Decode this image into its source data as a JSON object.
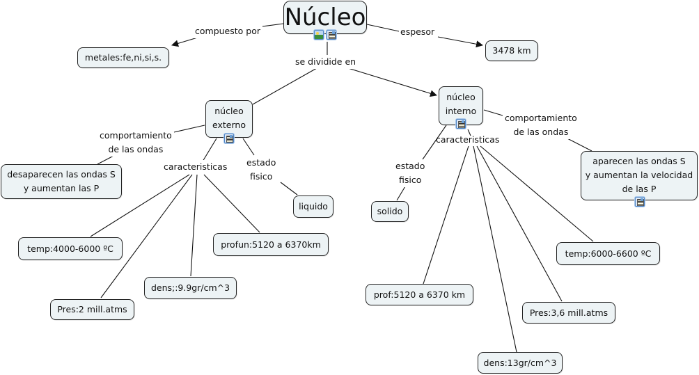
{
  "diagram": {
    "type": "concept-map",
    "root": {
      "label": "Núcleo",
      "resources": [
        "image-resource-icon",
        "document-resource-icon"
      ]
    },
    "nodes": {
      "metales": "metales:fe,ni,si,s.",
      "espesor_value": "3478 km",
      "externo": [
        "núcleo",
        "externo"
      ],
      "interno": [
        "núcleo",
        "interno"
      ],
      "ext_ondas": [
        "desaparecen las ondas S",
        "y aumentan las P"
      ],
      "ext_liquido": "liquido",
      "ext_temp": "temp:4000-6000 ºC",
      "ext_pres": "Pres:2 mill.atms",
      "ext_dens": "dens;:9.9gr/cm^3",
      "ext_prof": "profun:5120 a 6370km",
      "int_ondas": [
        "aparecen las ondas S",
        "y aumentan la velocidad",
        "de las P"
      ],
      "int_solido": "solido",
      "int_prof": "prof:5120 a 6370 km",
      "int_dens": "dens:13gr/cm^3",
      "int_pres": "Pres:3,6 mill.atms",
      "int_temp": "temp:6000-6600 ºC"
    },
    "links": {
      "compuesto_por": "compuesto por",
      "espesor": "espesor",
      "se_divide_en": "se dividide en",
      "ext_comportamiento": [
        "comportamiento",
        "de las ondas"
      ],
      "ext_caracteristicas": "caracteristicas",
      "ext_estado": [
        "estado",
        "fisico"
      ],
      "int_comportamiento": [
        "comportamiento",
        "de las ondas"
      ],
      "int_caracteristicas": "caracteristicas",
      "int_estado": [
        "estado",
        "fisico"
      ]
    },
    "colors": {
      "node_fill": "#edf3f5",
      "node_border": "#222222",
      "line": "#111111",
      "icon_border": "#4f86c6"
    }
  }
}
